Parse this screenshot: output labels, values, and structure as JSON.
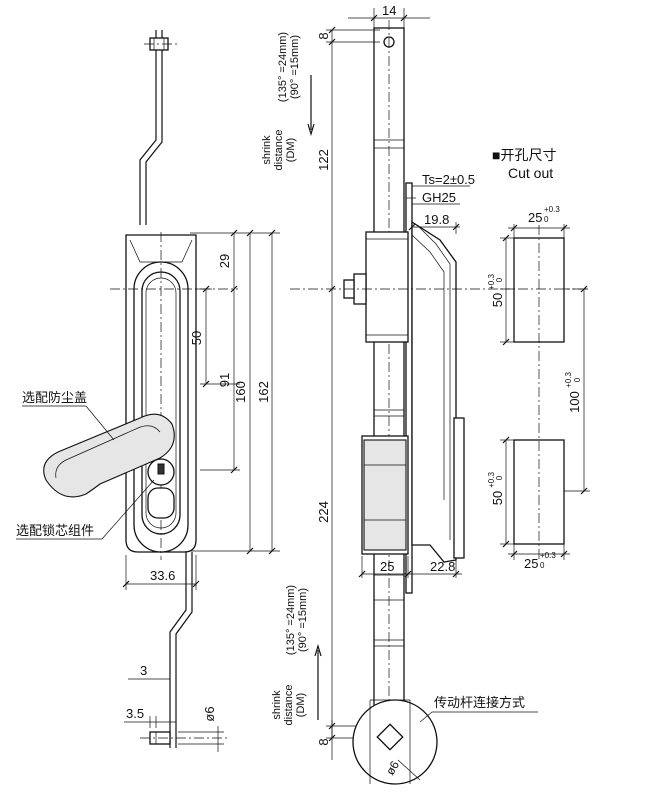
{
  "dimensions": {
    "d14": "14",
    "d8_top": "8",
    "d122": "122",
    "d29": "29",
    "d50_left": "50",
    "d91": "91",
    "d160": "160",
    "d162": "162",
    "d33_6": "33.6",
    "d3": "3",
    "d3_5": "3.5",
    "phi6": "ø6",
    "d224": "224",
    "d8_bottom": "8",
    "d25": "25",
    "d22_8": "22.8",
    "d19_8": "19.8",
    "ts": "Ts=2±0.5",
    "gh25": "GH25",
    "phi6_bottom": "ø6"
  },
  "shrink_top": {
    "line1": "(135° =24mm)",
    "line2": "(90° =15mm)",
    "shrink": "shrink",
    "distance": "distance",
    "dm": "(DM)"
  },
  "shrink_bottom": {
    "line1": "(135° =24mm)",
    "line2": "(90° =15mm)",
    "shrink": "shrink",
    "distance": "distance",
    "dm": "(DM)"
  },
  "callouts": {
    "dust_cover": "选配防尘盖",
    "lock_core": "选配锁芯组件",
    "drive_rod": "传动杆连接方式"
  },
  "cutout": {
    "title_cn": "■开孔尺寸",
    "title_en": "Cut out",
    "w_top": "25",
    "w_bottom": "25",
    "tol_plus": "+0.3",
    "tol_zero": "0",
    "h_top": "50",
    "h_bottom": "50",
    "gap": "100"
  }
}
